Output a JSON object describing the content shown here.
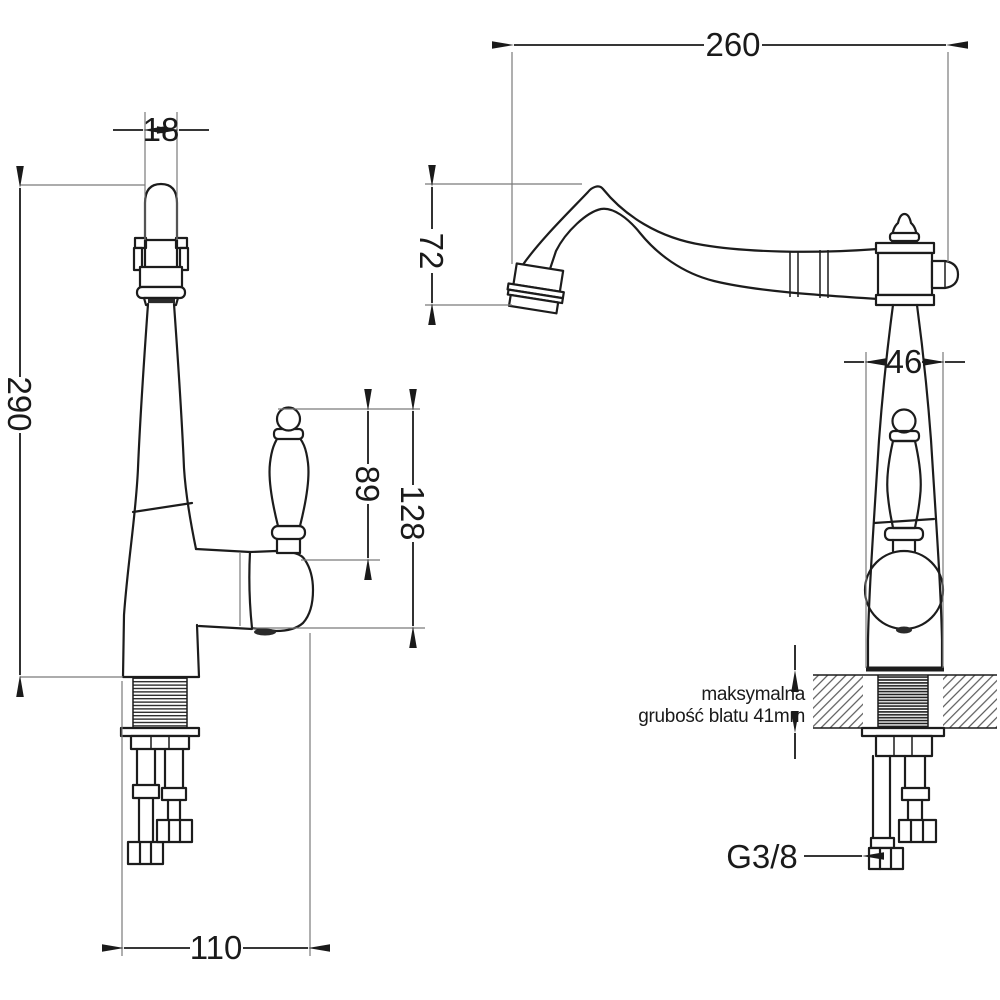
{
  "dimensions": {
    "spout_tube_width": "18",
    "total_height": "290",
    "handle_top_to_body_outlet": "89",
    "handle_top_to_spout_outlet": "128",
    "base_clearance_depth": "110",
    "spout_reach": "260",
    "spout_drop": "72",
    "base_width": "46"
  },
  "labels": {
    "connection_thread": "G3/8",
    "countertop_note_line1": "maksymalna",
    "countertop_note_line2": "grubość blatu 41mm"
  },
  "colors": {
    "outline": "#1c1c1c",
    "dimension_line": "#1a1a1a",
    "extension_line": "#7a7a7a",
    "background": "#ffffff"
  }
}
